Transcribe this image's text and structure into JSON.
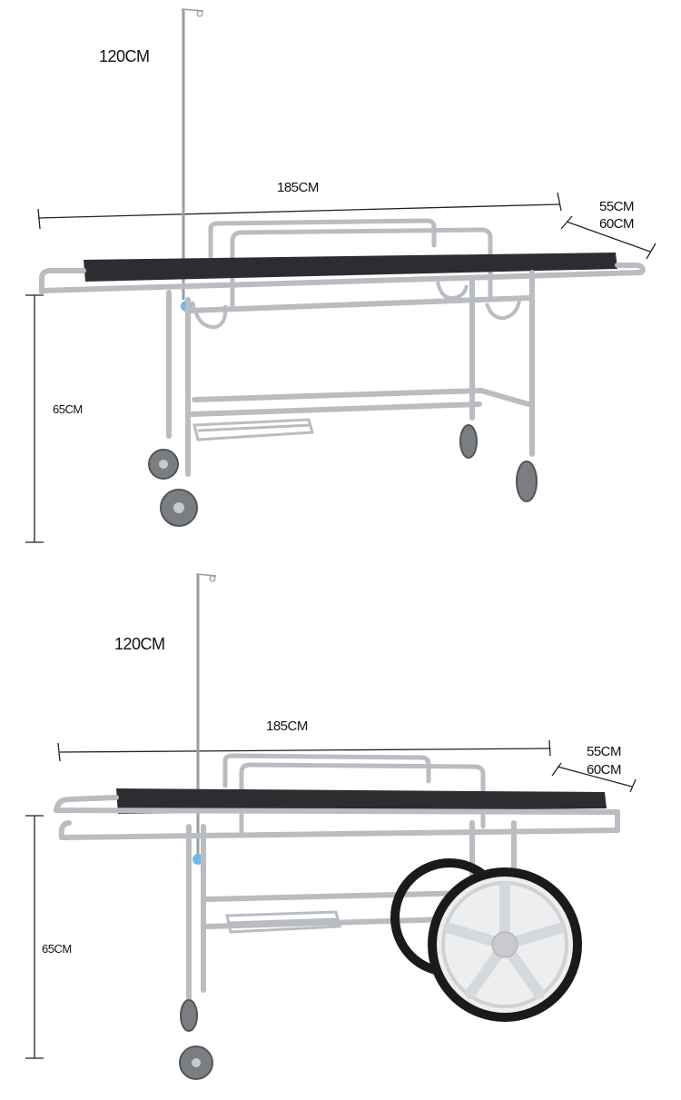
{
  "panels": [
    {
      "name": "stretcher-with-casters",
      "dimensions": {
        "iv_pole_height": "120CM",
        "length": "185CM",
        "width_a": "55CM",
        "width_b": "60CM",
        "height": "65CM"
      }
    },
    {
      "name": "stretcher-with-large-wheels",
      "dimensions": {
        "iv_pole_height": "120CM",
        "length": "185CM",
        "width_a": "55CM",
        "width_b": "60CM",
        "height": "65CM"
      }
    }
  ],
  "colors": {
    "background": "#ffffff",
    "frame_steel": "#b9bcc0",
    "mattress": "#2b2d30",
    "wheel_tire": "#1a1a1a",
    "caster": "#7a7d82",
    "iv_clip": "#6fb7ea",
    "dimension_line": "#222222"
  }
}
